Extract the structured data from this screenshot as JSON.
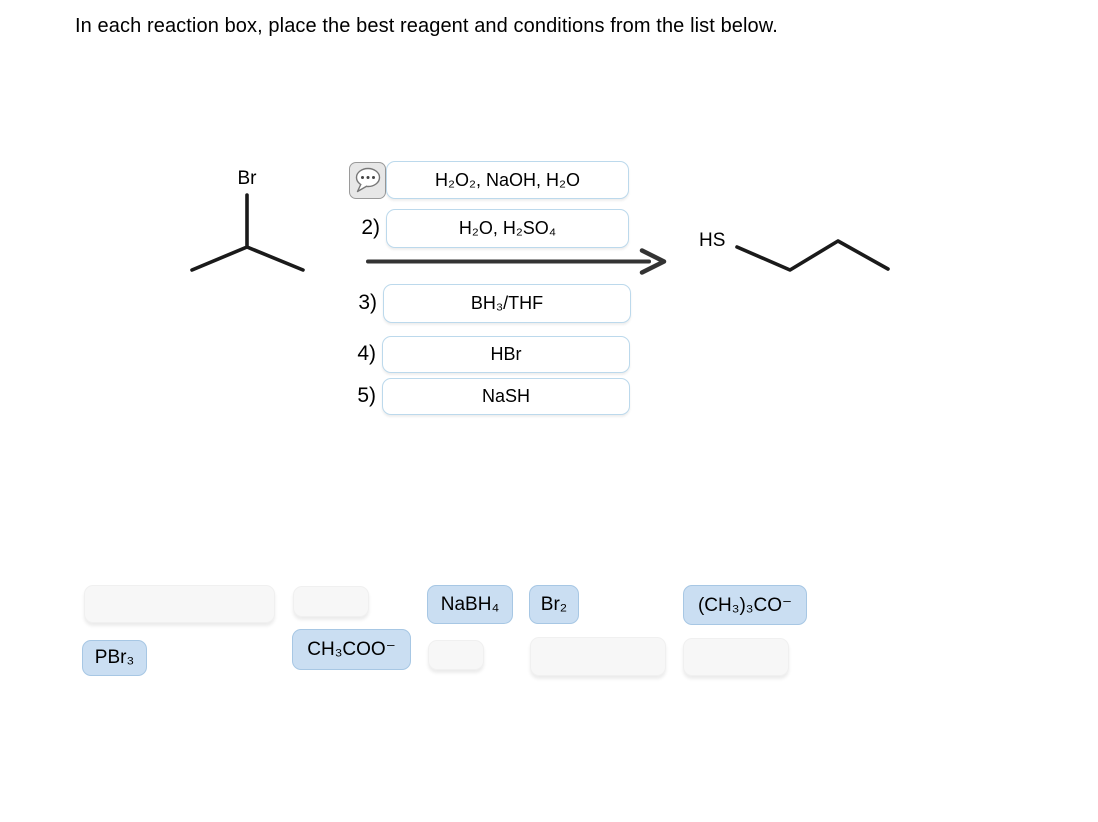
{
  "title": "In each reaction box, place the best reagent and conditions from the list below.",
  "colors": {
    "chip_fill": "#cadef2",
    "chip_border": "#a7c7e4",
    "box_border": "#bcd9ec",
    "slot_fill": "#f7f7f7",
    "structure_stroke": "#1a1a1a",
    "arrow_stroke": "#333333"
  },
  "scheme": {
    "substrate": {
      "label": "Br"
    },
    "product": {
      "label": "HS"
    },
    "comment_icon": "speech-bubble-ellipsis-icon",
    "steps": [
      {
        "number": "",
        "reagent": "H₂O₂, NaOH, H₂O"
      },
      {
        "number": "2)",
        "reagent": "H₂O, H₂SO₄"
      },
      {
        "number": "3)",
        "reagent": "BH₃/THF"
      },
      {
        "number": "4)",
        "reagent": "HBr"
      },
      {
        "number": "5)",
        "reagent": "NaSH"
      }
    ]
  },
  "bank": {
    "chips": [
      {
        "label": "PBr₃"
      },
      {
        "label": "CH₃COO⁻"
      },
      {
        "label": "NaBH₄"
      },
      {
        "label": "Br₂"
      },
      {
        "label": "(CH₃)₃CO⁻"
      }
    ],
    "empty_slot_count": 5
  }
}
